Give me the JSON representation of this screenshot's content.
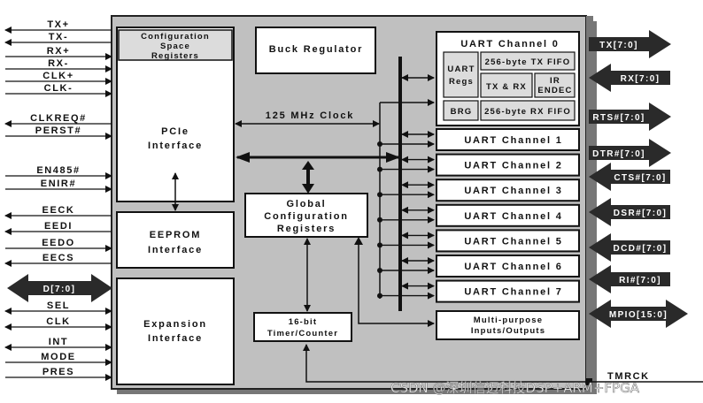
{
  "left_signals": [
    {
      "name": "TX+",
      "dir": "out"
    },
    {
      "name": "TX-",
      "dir": "out"
    },
    {
      "name": "RX+",
      "dir": "in"
    },
    {
      "name": "RX-",
      "dir": "in"
    },
    {
      "name": "CLK+",
      "dir": "in"
    },
    {
      "name": "CLK-",
      "dir": "in"
    },
    {
      "name": "CLKREQ#",
      "dir": "out"
    },
    {
      "name": "PERST#",
      "dir": "in"
    },
    {
      "name": "EN485#",
      "dir": "in"
    },
    {
      "name": "ENIR#",
      "dir": "in"
    },
    {
      "name": "EECK",
      "dir": "out"
    },
    {
      "name": "EEDI",
      "dir": "out"
    },
    {
      "name": "EEDO",
      "dir": "in"
    },
    {
      "name": "EECS",
      "dir": "out"
    },
    {
      "name": "SEL",
      "dir": "bi"
    },
    {
      "name": "CLK",
      "dir": "bi"
    },
    {
      "name": "INT",
      "dir": "bi"
    },
    {
      "name": "MODE",
      "dir": "in"
    },
    {
      "name": "PRES",
      "dir": "in"
    }
  ],
  "data_bus": "D[7:0]",
  "blocks": {
    "config_space": "Configuration\nSpace\nRegisters",
    "pcie": "PCIe\nInterface",
    "eeprom_1": "EEPROM",
    "eeprom_2": "Interface",
    "expansion": "Expansion\nInterface",
    "buck": "Buck Regulator",
    "clock_label": "125 MHz Clock",
    "global_cfg": "Global\nConfiguration\nRegisters",
    "timer": "16-bit\nTimer/Counter",
    "mpio": "Multi-purpose\nInputs/Outputs"
  },
  "uart0": {
    "title": "UART Channel 0",
    "regs": "UART\nRegs",
    "tx_fifo": "256-byte TX FIFO",
    "txrx": "TX & RX",
    "ir": "IR\nENDEC",
    "brg": "BRG",
    "rx_fifo": "256-byte RX FIFO"
  },
  "uart_channels": [
    "UART Channel 1",
    "UART Channel 2",
    "UART Channel 3",
    "UART Channel 4",
    "UART Channel 5",
    "UART Channel 6",
    "UART Channel 7"
  ],
  "right_signals": [
    {
      "name": "TX[7:0]",
      "dir": "out"
    },
    {
      "name": "RX[7:0]",
      "dir": "in"
    },
    {
      "name": "RTS#[7:0]",
      "dir": "out"
    },
    {
      "name": "DTR#[7:0]",
      "dir": "out"
    },
    {
      "name": "CTS#[7:0]",
      "dir": "in"
    },
    {
      "name": "DSR#[7:0]",
      "dir": "in"
    },
    {
      "name": "DCD#[7:0]",
      "dir": "in"
    },
    {
      "name": "RI#[7:0]",
      "dir": "in"
    },
    {
      "name": "MPIO[15:0]",
      "dir": "bi"
    }
  ],
  "tmrck": "TMRCK",
  "watermark": "CSDN @深圳信迈科技DSP+ARM+FPGA"
}
